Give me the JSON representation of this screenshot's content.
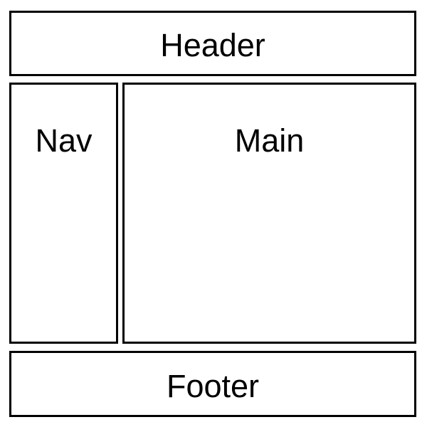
{
  "diagram": {
    "type": "page-layout-wireframe",
    "background_color": "#ffffff",
    "border_color": "#000000",
    "text_color": "#000000",
    "regions": [
      {
        "key": "header",
        "label": "Header",
        "role": "page-header"
      },
      {
        "key": "nav",
        "label": "Nav",
        "role": "side-navigation"
      },
      {
        "key": "main",
        "label": "Main",
        "role": "main-content"
      },
      {
        "key": "footer",
        "label": "Footer",
        "role": "page-footer"
      }
    ]
  }
}
